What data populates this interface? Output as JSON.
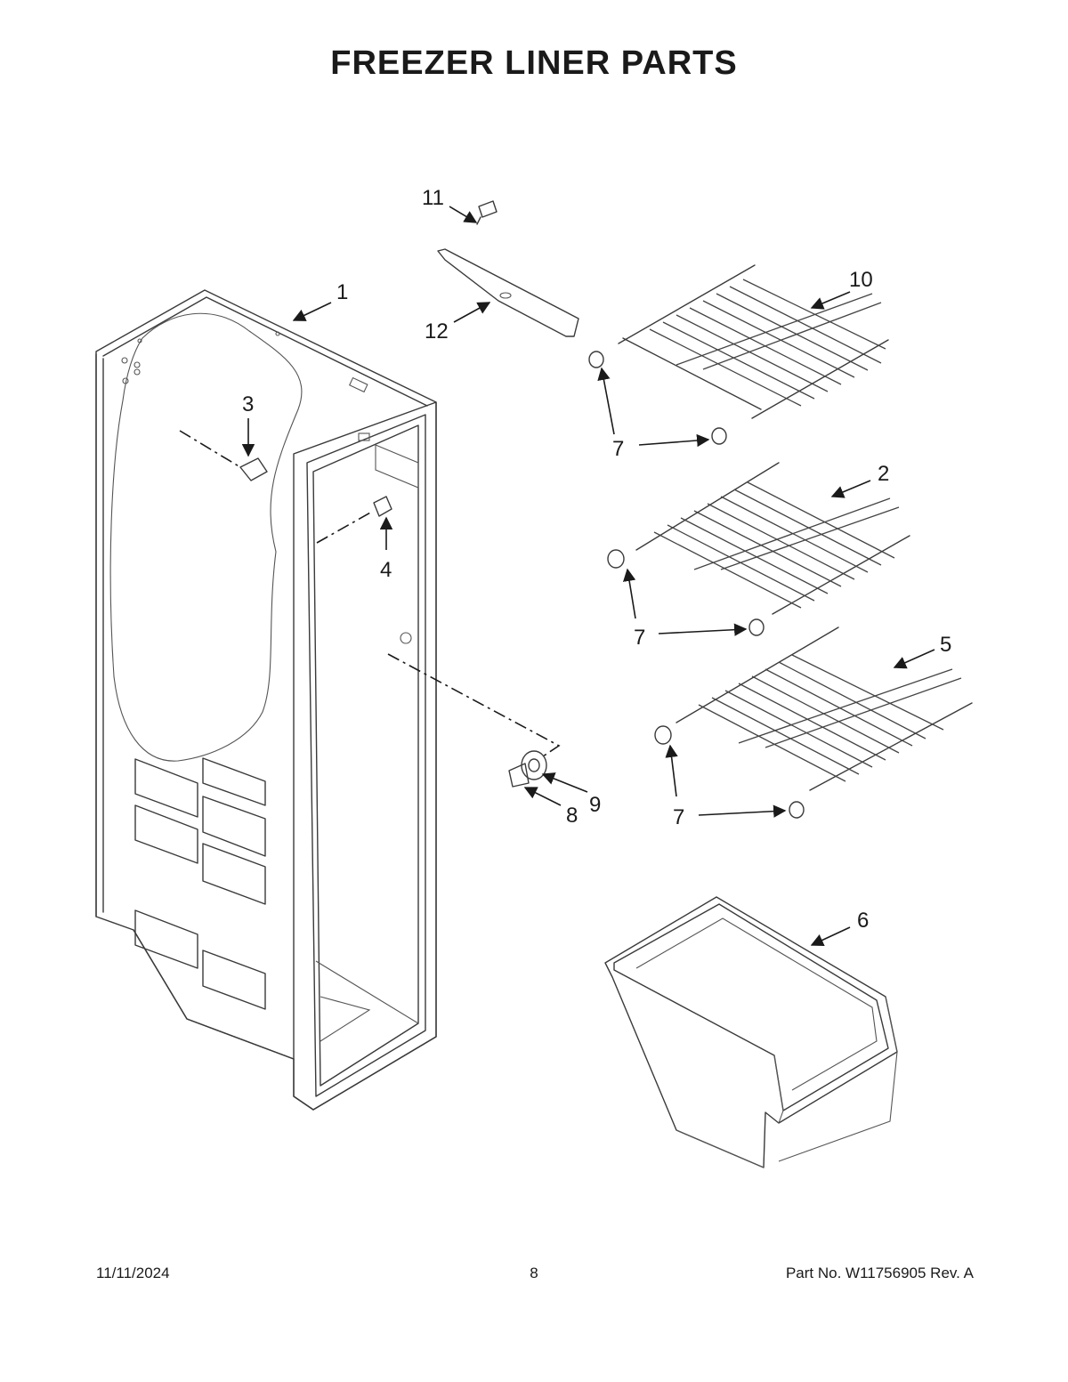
{
  "title": "FREEZER LINER PARTS",
  "callouts": {
    "c1": "1",
    "c2": "2",
    "c3": "3",
    "c4": "4",
    "c5": "5",
    "c6": "6",
    "c7a": "7",
    "c7b": "7",
    "c7c": "7",
    "c8": "8",
    "c9": "9",
    "c10": "10",
    "c11": "11",
    "c12": "12"
  },
  "footer": {
    "date": "11/11/2024",
    "page": "8",
    "part": "Part No.  W11756905  Rev.  A"
  }
}
